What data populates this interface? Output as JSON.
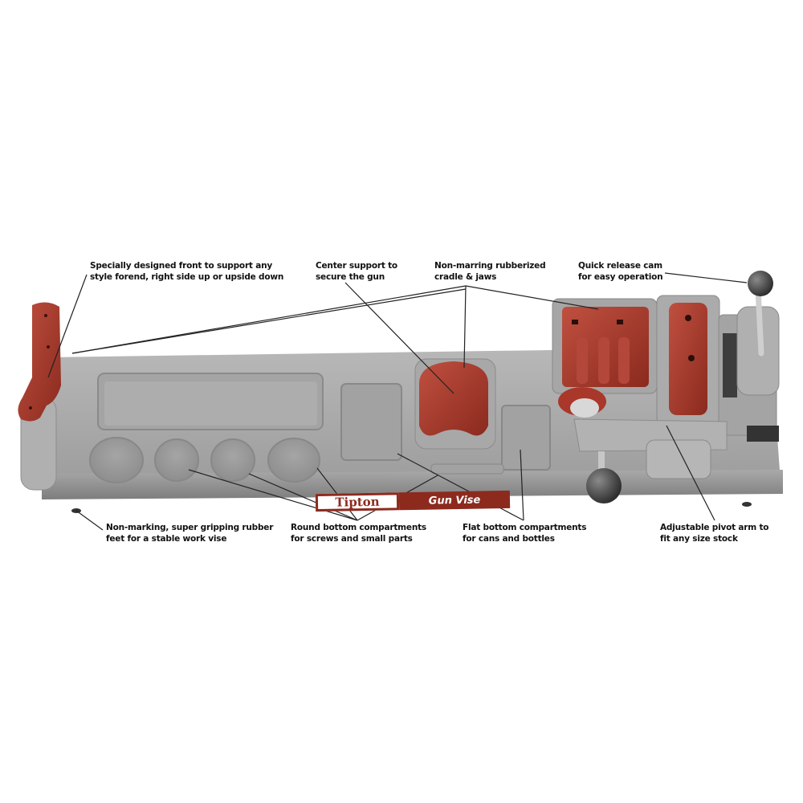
{
  "product": {
    "brand": "Tipton",
    "name": "Gun Vise",
    "colors": {
      "body_gray": "#9a9a9a",
      "body_light": "#b9b9b9",
      "rubber_red": "#a23a2c",
      "brand_red": "#8c2a1e",
      "knob_dark": "#3c3c3c"
    }
  },
  "callouts": {
    "front_support": {
      "line1": "Specially designed front to support any",
      "line2": "style forend, right side up or upside down"
    },
    "center_support": {
      "line1": "Center support to",
      "line2": "secure the gun"
    },
    "rubberized_cradle": {
      "line1": "Non-marring rubberized",
      "line2": "cradle & jaws"
    },
    "quick_release": {
      "line1": "Quick release cam",
      "line2": "for easy operation"
    },
    "rubber_feet": {
      "line1": "Non-marking, super gripping rubber",
      "line2": "feet for a stable work vise"
    },
    "round_compartments": {
      "line1": "Round bottom compartments",
      "line2": "for screws and small parts"
    },
    "flat_compartments": {
      "line1": "Flat bottom compartments",
      "line2": "for cans and bottles"
    },
    "pivot_arm": {
      "line1": "Adjustable pivot arm to",
      "line2": "fit any size stock"
    }
  }
}
